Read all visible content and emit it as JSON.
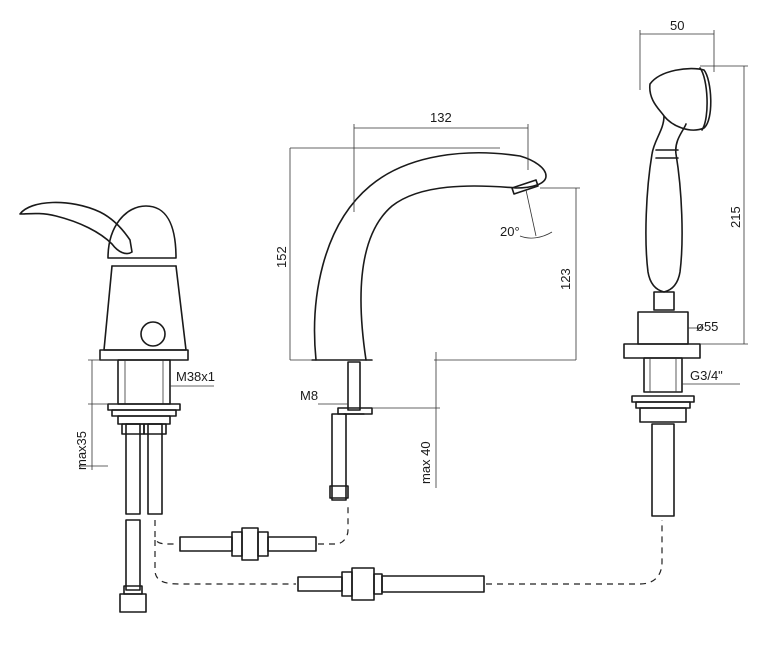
{
  "drawing": {
    "dimensions": {
      "handshower_width": "50",
      "spout_reach": "132",
      "spout_height": "152",
      "spout_angle": "20°",
      "spout_outlet_height": "123",
      "handshower_length": "215",
      "handshower_base_diameter": "ø55",
      "handshower_thread": "G3/4\"",
      "mixer_thread": "M38x1",
      "spout_stud": "M8",
      "mixer_max_deck": "max35",
      "spout_max_deck": "max 40"
    }
  }
}
